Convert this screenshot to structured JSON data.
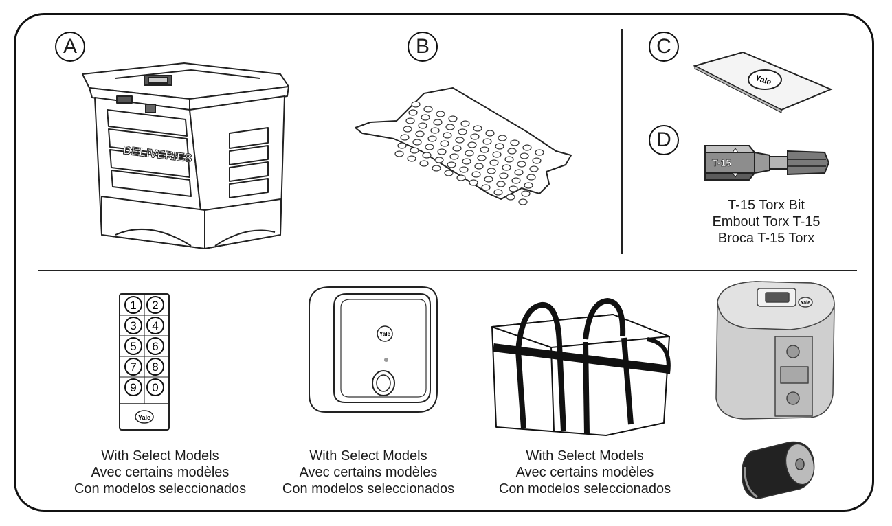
{
  "labels": {
    "a": "A",
    "b": "B",
    "c": "C",
    "d": "D"
  },
  "box": {
    "label_text": "DELIVERIES"
  },
  "card": {
    "logo": "Yale"
  },
  "bit": {
    "marking": "T-15",
    "caption": [
      "T-15 Torx Bit",
      "Embout Torx T-15",
      "Broca T-15 Torx"
    ]
  },
  "keypad": {
    "keys": [
      "1",
      "2",
      "3",
      "4",
      "5",
      "6",
      "7",
      "8",
      "9",
      "0"
    ],
    "logo": "Yale",
    "caption": [
      "With Select Models",
      "Avec certains modèles",
      "Con modelos seleccionados"
    ]
  },
  "hub": {
    "logo": "Yale",
    "caption": [
      "With Select Models",
      "Avec certains modèles",
      "Con modelos seleccionados"
    ]
  },
  "bag": {
    "caption": [
      "With Select Models",
      "Avec certains modèles",
      "Con modelos seleccionados"
    ]
  },
  "lock_module": {
    "logo": "Yale"
  }
}
